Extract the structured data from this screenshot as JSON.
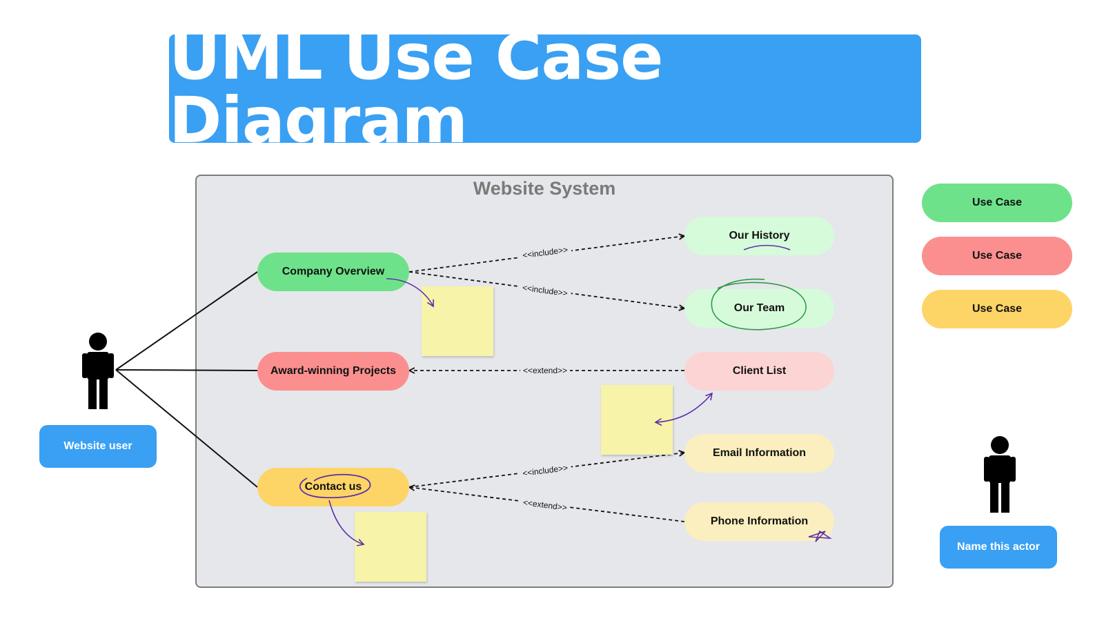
{
  "title": "UML Use Case Diagram",
  "system": {
    "title": "Website System"
  },
  "actors": {
    "primary": {
      "label": "Website user",
      "icon": "stick-figure-icon"
    },
    "secondary": {
      "label": "Name this actor",
      "icon": "stick-figure-icon"
    }
  },
  "use_cases": {
    "company_overview": "Company Overview",
    "award_projects": "Award-winning Projects",
    "contact_us": "Contact us",
    "our_history": "Our History",
    "our_team": "Our Team",
    "client_list": "Client List",
    "email_information": "Email Information",
    "phone_information": "Phone Information"
  },
  "relationships": {
    "include_history": "<<include>>",
    "include_team": "<<include>>",
    "extend_client": "<<extend>>",
    "include_email": "<<include>>",
    "extend_phone": "<<extend>>"
  },
  "legend": [
    {
      "label": "Use Case",
      "color": "#6ee28a"
    },
    {
      "label": "Use Case",
      "color": "#fb8f8f"
    },
    {
      "label": "Use Case",
      "color": "#fdd466"
    }
  ],
  "colors": {
    "banner": "#39a0f3",
    "green": "#6ee28a",
    "red": "#fb8f8f",
    "yellow": "#fdd466",
    "light_green": "#d6fbda",
    "light_red": "#fdd4d4",
    "light_yellow": "#fbefc0",
    "sticky_note": "#f7f3a9",
    "annotation_ink": "#5b2fa8"
  }
}
